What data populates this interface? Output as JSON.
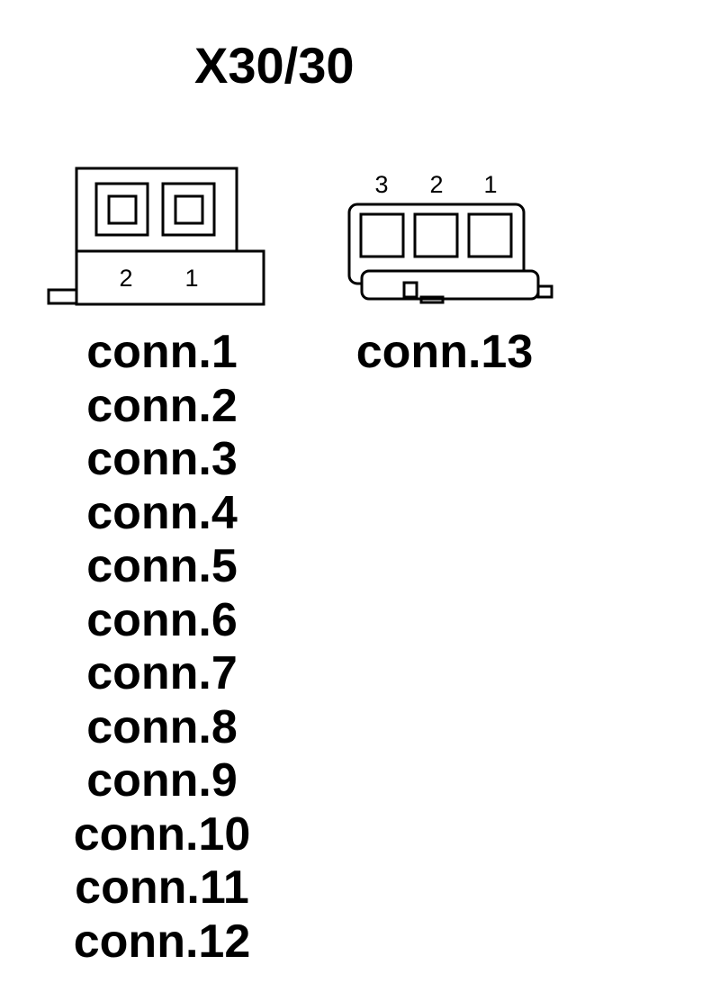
{
  "title": "X30/30",
  "connector_left": {
    "pins": [
      "2",
      "1"
    ],
    "labels": [
      "conn.1",
      "conn.2",
      "conn.3",
      "conn.4",
      "conn.5",
      "conn.6",
      "conn.7",
      "conn.8",
      "conn.9",
      "conn.10",
      "conn.11",
      "conn.12"
    ]
  },
  "connector_right": {
    "pins": [
      "3",
      "2",
      "1"
    ],
    "labels": [
      "conn.13"
    ]
  },
  "colors": {
    "stroke": "#000000",
    "background": "#ffffff"
  }
}
